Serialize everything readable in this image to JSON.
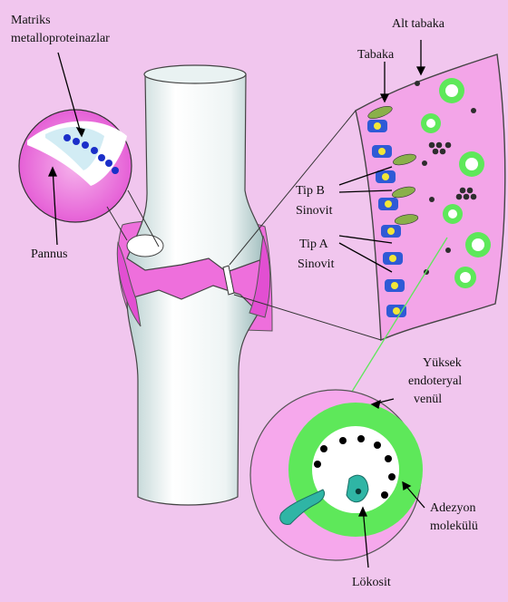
{
  "labels": {
    "matrix_line1": "Matriks",
    "matrix_line2": "metalloproteinazlar",
    "alt_tabaka": "Alt tabaka",
    "tabaka": "Tabaka",
    "tip_b_line1": "Tip B",
    "tip_b_line2": "Sinovit",
    "tip_a_line1": "Tip A",
    "tip_a_line2": "Sinovit",
    "pannus": "Pannus",
    "venule_line1": "Yüksek",
    "venule_line2": "endoteryal",
    "venule_line3": "venül",
    "adhesion_line1": "Adezyon",
    "adhesion_line2": "molekülü",
    "leukocyte": "Lökosit"
  },
  "colors": {
    "background": "#f1c6ee",
    "synovium": "#ee6fdc",
    "bone": "#ffffff",
    "bone_shade": "#c7dada",
    "vessel_green": "#5ee85a",
    "cell_blue": "#2f5ad6",
    "cell_yellow": "#f2e637",
    "cell_olive": "#8ab04a",
    "leukocyte_teal": "#2fb5a5",
    "dot_black": "#000000"
  }
}
